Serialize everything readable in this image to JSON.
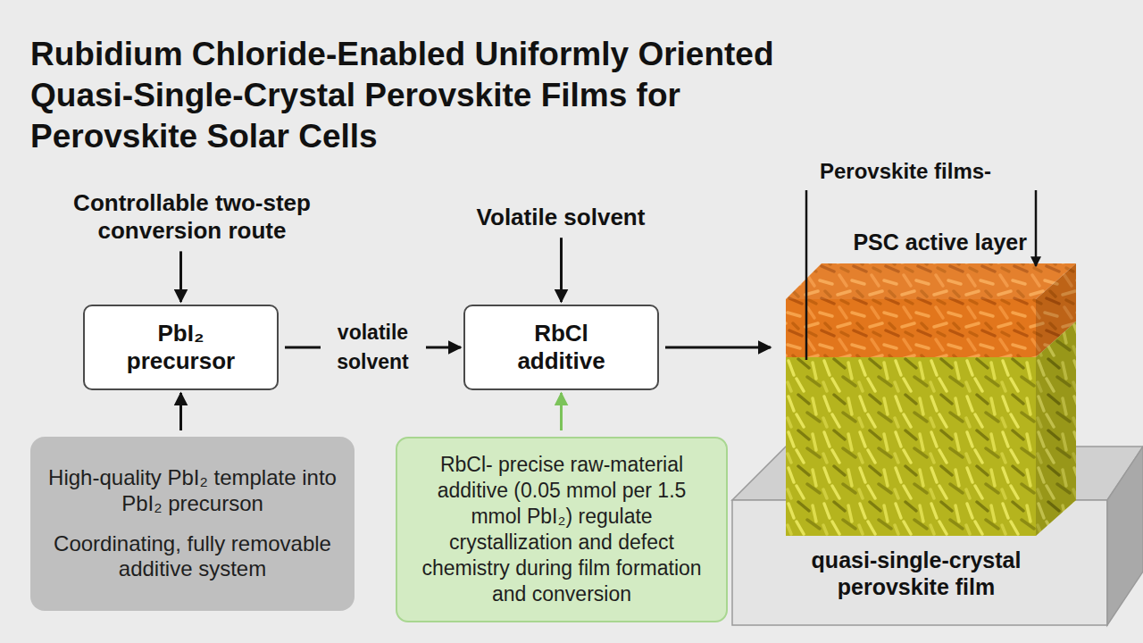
{
  "diagram": {
    "title": "Rubidium Chloride-Enabled Uniformly Oriented Quasi-Single-Crystal Perovskite Films for Perovskite Solar Cells",
    "nodes": [
      {
        "text": [
          "Controllable two-step conversion route"
        ]
      },
      {
        "text": [
          "Volatile solvent"
        ]
      },
      {
        "text": [
          "PbI₂ precursor"
        ]
      },
      {
        "text": [
          "RbCl additive"
        ]
      },
      {
        "text": [
          "High-quality PbI₂ template into PbI₂ precurson",
          "Coordinating, fully removable additive system"
        ]
      },
      {
        "text": [
          "RbCl- precise raw-material additive (0.05 mmol per 1.5 mmol PbI₂) regulate crystallization and defect chemistry during film formation and conversion"
        ]
      },
      {
        "text": [
          "quasi-single-crystal perovskite film"
        ]
      }
    ],
    "edges": [
      {
        "from": 0,
        "to": 2,
        "arrow": "to"
      },
      {
        "from": 4,
        "to": 2,
        "arrow": "to"
      },
      {
        "from": 2,
        "to": 3,
        "label": "volatile solvent",
        "arrow": "to"
      },
      {
        "from": 1,
        "to": 3,
        "arrow": "to"
      },
      {
        "from": 5,
        "to": 3,
        "arrow": "to"
      },
      {
        "from": 3,
        "to": 6,
        "arrow": "to"
      }
    ],
    "labels": [
      "Perovskite films-",
      "PSC active layer"
    ]
  }
}
